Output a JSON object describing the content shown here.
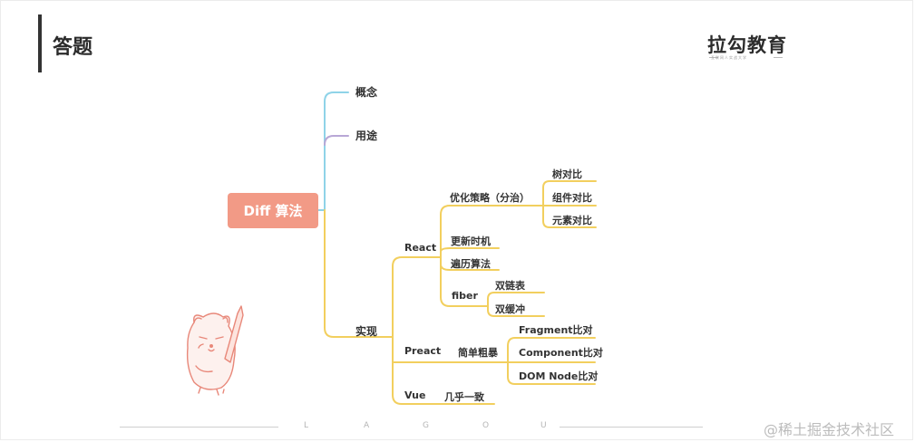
{
  "header": {
    "title": "答题",
    "logo": "拉勾教育",
    "logo_tagline": "互联网人实战大学"
  },
  "mindmap": {
    "root": "Diff 算法",
    "branches": {
      "concept": "概念",
      "usage": "用途",
      "impl": "实现"
    },
    "react": {
      "label": "React",
      "strategy": "优化策略（分治）",
      "tree_compare": "树对比",
      "component_compare": "组件对比",
      "element_compare": "元素对比",
      "update_timing": "更新时机",
      "traversal": "遍历算法",
      "fiber": "fiber",
      "linked_list": "双链表",
      "double_buffer": "双缓冲"
    },
    "preact": {
      "label": "Preact",
      "simple": "简单粗暴",
      "fragment": "Fragment比对",
      "component": "Component比对",
      "dom_node": "DOM Node比对"
    },
    "vue": {
      "label": "Vue",
      "almost_same": "几乎一致"
    }
  },
  "footer": {
    "letters": [
      "L",
      "A",
      "G",
      "O",
      "U"
    ],
    "watermark": "@稀土掘金技术社区"
  }
}
